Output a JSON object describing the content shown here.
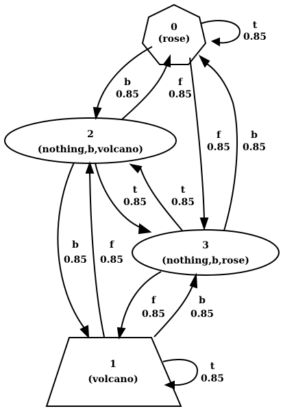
{
  "nodes": [
    {
      "id": "0",
      "sub": "(rose)",
      "shape": "heptagon"
    },
    {
      "id": "2",
      "sub": "(nothing,b,volcano)",
      "shape": "ellipse"
    },
    {
      "id": "3",
      "sub": "(nothing,b,rose)",
      "shape": "ellipse"
    },
    {
      "id": "1",
      "sub": "(volcano)",
      "shape": "trapezium"
    }
  ],
  "edges": [
    {
      "from": "0",
      "to": "0",
      "action": "t",
      "prob": "0.85"
    },
    {
      "from": "0",
      "to": "2",
      "action": "b",
      "prob": "0.85"
    },
    {
      "from": "2",
      "to": "0",
      "action": "f",
      "prob": "0.85"
    },
    {
      "from": "0",
      "to": "3",
      "action": "f",
      "prob": "0.85"
    },
    {
      "from": "3",
      "to": "0",
      "action": "b",
      "prob": "0.85"
    },
    {
      "from": "3",
      "to": "2",
      "action": "t",
      "prob": "0.85"
    },
    {
      "from": "2",
      "to": "3",
      "action": "t",
      "prob": "0.85"
    },
    {
      "from": "2",
      "to": "1",
      "action": "b",
      "prob": "0.85"
    },
    {
      "from": "1",
      "to": "2",
      "action": "f",
      "prob": "0.85"
    },
    {
      "from": "3",
      "to": "1",
      "action": "f",
      "prob": "0.85"
    },
    {
      "from": "1",
      "to": "3",
      "action": "b",
      "prob": "0.85"
    },
    {
      "from": "1",
      "to": "1",
      "action": "t",
      "prob": "0.85"
    }
  ]
}
